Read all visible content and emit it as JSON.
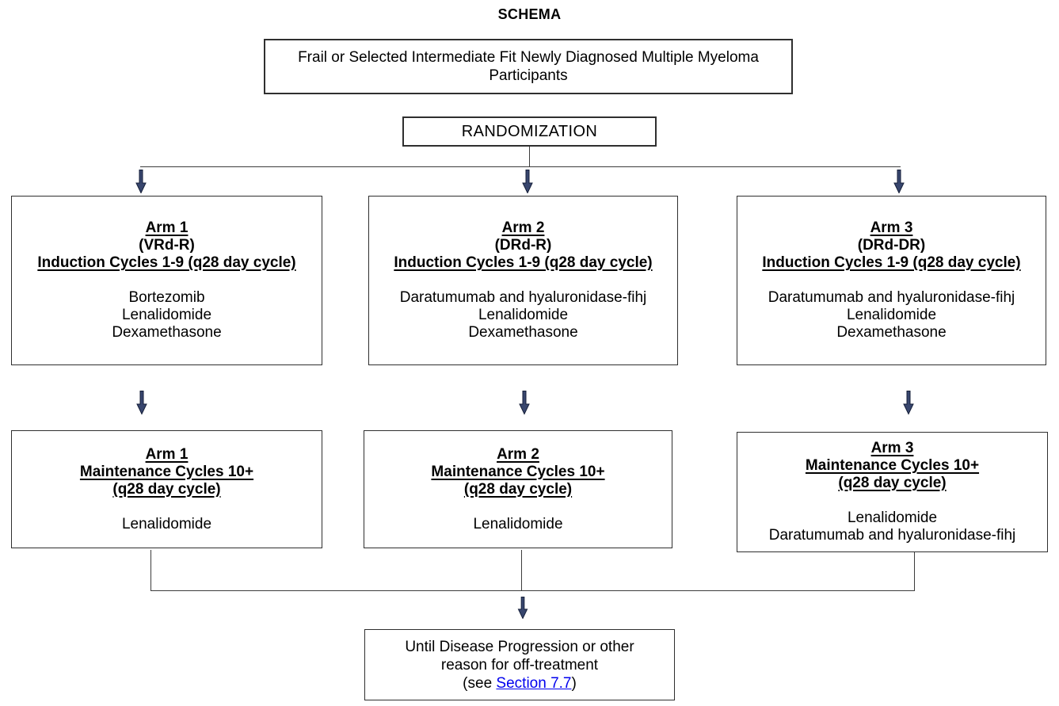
{
  "title": "SCHEMA",
  "top_box": {
    "text": "Frail or Selected Intermediate Fit Newly Diagnosed Multiple Myeloma Participants"
  },
  "randomization_box": {
    "text": "RANDOMIZATION"
  },
  "induction_arms": [
    {
      "name": "Arm 1",
      "regimen": "(VRd-R)",
      "phase": "Induction Cycles 1-9 (q28 day cycle)",
      "drugs": [
        "Bortezomib",
        "Lenalidomide",
        "Dexamethasone"
      ]
    },
    {
      "name": "Arm 2",
      "regimen": "(DRd-R)",
      "phase": "Induction Cycles 1-9 (q28 day cycle)",
      "drugs": [
        "Daratumumab and hyaluronidase-fihj",
        "Lenalidomide",
        "Dexamethasone"
      ]
    },
    {
      "name": "Arm 3",
      "regimen": "(DRd-DR)",
      "phase": "Induction Cycles 1-9 (q28 day cycle)",
      "drugs": [
        "Daratumumab and hyaluronidase-fihj",
        "Lenalidomide",
        "Dexamethasone"
      ]
    }
  ],
  "maintenance_arms": [
    {
      "name": "Arm 1",
      "phase_line1": "Maintenance Cycles 10+",
      "phase_line2": "(q28 day cycle)",
      "drugs": [
        "Lenalidomide"
      ]
    },
    {
      "name": "Arm 2",
      "phase_line1": "Maintenance Cycles 10+",
      "phase_line2": "(q28 day cycle)",
      "drugs": [
        "Lenalidomide"
      ]
    },
    {
      "name": "Arm 3",
      "phase_line1": "Maintenance Cycles 10+",
      "phase_line2": "(q28 day cycle)",
      "drugs": [
        "Lenalidomide",
        "Daratumumab and hyaluronidase-fihj"
      ]
    }
  ],
  "outcome_box": {
    "line1": "Until Disease Progression or other",
    "line2": "reason for off-treatment",
    "see_prefix": "(see ",
    "link_text": "Section 7.7",
    "see_suffix": ")"
  },
  "colors": {
    "link": "#0000EE",
    "arrow_fill": "#38466e",
    "arrow_outline": "#141e38",
    "box_border": "#2f2f2f"
  }
}
